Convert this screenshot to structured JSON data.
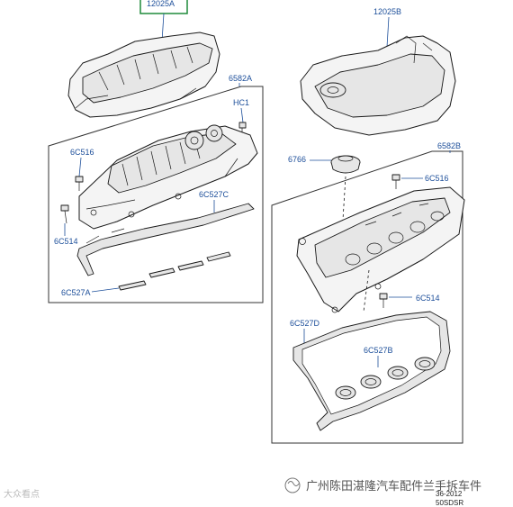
{
  "labels": {
    "p12025A": "12025A",
    "p12025B": "12025B",
    "p6582A": "6582A",
    "pHC1": "HC1",
    "p6C516_left": "6C516",
    "p6C514_left": "6C514",
    "p6C527C": "6C527C",
    "p6C527A": "6C527A",
    "p6766": "6766",
    "p6582B": "6582B",
    "p6C516_right": "6C516",
    "p6C514_right": "6C514",
    "p6C527D": "6C527D",
    "p6C527B": "6C527B"
  },
  "footer": {
    "date_code": "36-2012",
    "drawing_code": "50SDSR"
  },
  "watermark": {
    "text": "广州陈田湛隆汽车配件兰手拆车件",
    "corner_text": "大众看点"
  },
  "colors": {
    "label_blue": "#1d4f9a",
    "highlight_green": "#1f8a3a"
  }
}
